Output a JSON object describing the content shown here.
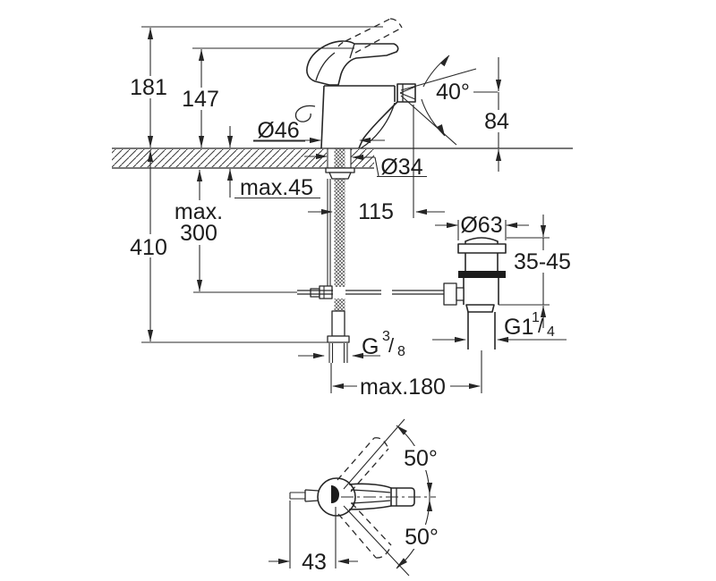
{
  "side_view": {
    "height_total": "181",
    "height_to_spout_top": "147",
    "aerator_swivel_angle": "40°",
    "spout_height_above_deck": "84",
    "body_base_diameter": "Ø46",
    "mounting_hole_diameter": "Ø34",
    "deck_thickness_max": "max.45",
    "hose_length_max_line1": "max.",
    "hose_length_max_line2": "300",
    "below_deck_depth": "410",
    "spout_reach": "115",
    "waste_flange_diameter": "Ø63",
    "waste_deck_thickness_range": "35-45",
    "supply_thread_prefix": "G",
    "supply_thread_numerator": "3",
    "supply_thread_slash": "/",
    "supply_thread_denominator": "8",
    "waste_thread_prefix": "G1",
    "waste_thread_numerator": "1",
    "waste_thread_slash": "/",
    "waste_thread_denominator": "4",
    "faucet_to_waste_distance": "max.180"
  },
  "plan_view": {
    "handle_swivel_up": "50°",
    "handle_swivel_down": "50°",
    "spout_center_offset": "43"
  },
  "style": {
    "line_color": "#262626",
    "background": "#ffffff"
  }
}
